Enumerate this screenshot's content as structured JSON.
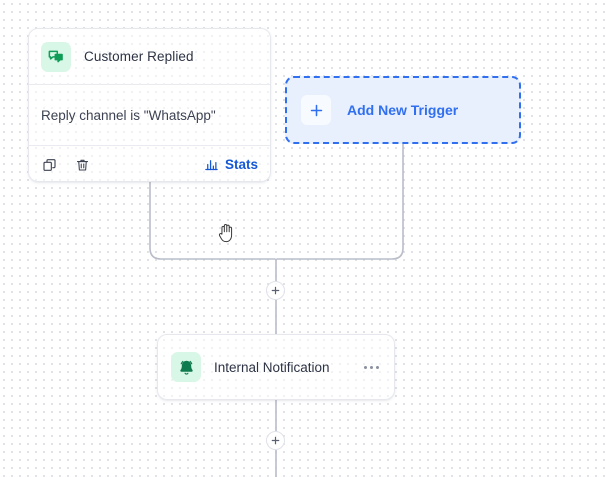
{
  "canvas": {
    "background_color": "#ffffff",
    "dot_color": "#d6d9e0",
    "cursor": "grab-hand-cursor"
  },
  "colors": {
    "accent_blue": "#2f6ff0",
    "link_blue": "#1558d6",
    "icon_green": "#0f9d58",
    "icon_green_bg": "#d9f7e6",
    "edge_gray": "#b9bdc9",
    "card_border": "#e6e8ee",
    "text_primary": "#2d3344"
  },
  "trigger_node": {
    "icon": "chat-bubbles-icon",
    "title": "Customer Replied",
    "condition": "Reply channel is \"WhatsApp\"",
    "footer": {
      "duplicate_icon": "copy-icon",
      "delete_icon": "trash-icon",
      "stats_icon": "bar-chart-icon",
      "stats_label": "Stats"
    }
  },
  "add_trigger": {
    "icon": "plus-icon",
    "label": "Add New Trigger"
  },
  "action_node": {
    "icon": "bell-icon",
    "title": "Internal Notification",
    "menu_icon": "more-horizontal-icon"
  },
  "edge_handles": [
    {
      "name": "add-step-merge",
      "icon": "plus-icon"
    },
    {
      "name": "add-step-after-notification",
      "icon": "plus-icon"
    }
  ]
}
